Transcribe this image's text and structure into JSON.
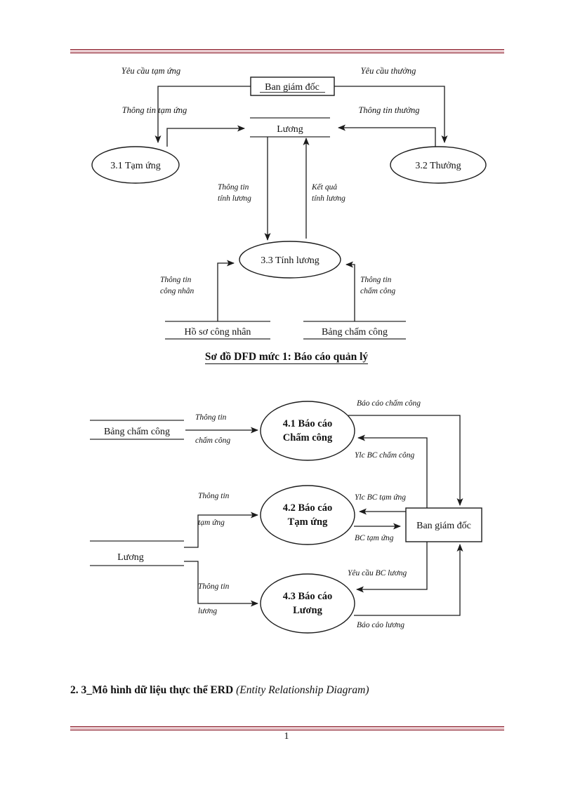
{
  "document": {
    "page_number": "1",
    "caption_dfd1": "Sơ đồ DFD mức 1: Báo cáo quản lý",
    "section_heading_bold": "2. 3_Mô hình dữ liệu thực thể ERD ",
    "section_heading_italic": "(Entity Relationship Diagram)",
    "rule_color": "#8a1a28"
  },
  "diagram1": {
    "name": "DFD muc 1 - tinh luong",
    "entities": [
      {
        "id": "ban-giam-doc",
        "label": "Ban giám đốc",
        "type": "external-entity"
      }
    ],
    "processes": [
      {
        "id": "p31",
        "label": "3.1 Tạm ứng",
        "type": "process"
      },
      {
        "id": "p32",
        "label": "3.2 Thưởng",
        "type": "process"
      },
      {
        "id": "p33",
        "label": "3.3 Tính lương",
        "type": "process"
      }
    ],
    "datastores": [
      {
        "id": "ds-luong",
        "label": "Lương"
      },
      {
        "id": "ds-ho-so",
        "label": "Hồ sơ công nhân"
      },
      {
        "id": "ds-bang-cham-cong",
        "label": "Bảng chấm công"
      }
    ],
    "flows": [
      {
        "id": "f1",
        "label": "Yêu cầu tạm ứng"
      },
      {
        "id": "f2",
        "label": "Yêu cầu thưởng"
      },
      {
        "id": "f3",
        "label": "Thông tin tạm ứng"
      },
      {
        "id": "f4",
        "label": "Thông tin thưởng"
      },
      {
        "id": "f5",
        "label_line1": "Thông tin",
        "label_line2": "tính lương"
      },
      {
        "id": "f6",
        "label_line1": "Kết quả",
        "label_line2": "tính lương"
      },
      {
        "id": "f7",
        "label_line1": "Thông tin",
        "label_line2": "công nhân"
      },
      {
        "id": "f8",
        "label_line1": "Thông tin",
        "label_line2": "chấm công"
      }
    ]
  },
  "diagram2": {
    "name": "DFD muc 1 - bao cao quan ly",
    "entities": [
      {
        "id": "ban-giam-doc-2",
        "label": "Ban giám đốc",
        "type": "external-entity"
      }
    ],
    "processes": [
      {
        "id": "p41",
        "label_line1": "4.1 Báo cáo",
        "label_line2": "Chấm công"
      },
      {
        "id": "p42",
        "label_line1": "4.2 Báo cáo",
        "label_line2": "Tạm ứng"
      },
      {
        "id": "p43",
        "label_line1": "4.3 Báo cáo",
        "label_line2": "Lương"
      }
    ],
    "datastores": [
      {
        "id": "ds-bcc-2",
        "label": "Bảng chấm công"
      },
      {
        "id": "ds-luong-2",
        "label": "Lương"
      }
    ],
    "flows": [
      {
        "id": "g1",
        "label_line1": "Thông tin",
        "label_line2": "chấm công"
      },
      {
        "id": "g2",
        "label": "Báo cáo chấm công"
      },
      {
        "id": "g3",
        "label": "Ylc BC chấm công"
      },
      {
        "id": "g4",
        "label_line1": "Thông tin",
        "label_line2": "tạm ứng"
      },
      {
        "id": "g5",
        "label": "Ylc BC tạm ứng"
      },
      {
        "id": "g6",
        "label": "BC tạm ứng"
      },
      {
        "id": "g7",
        "label_line1": "Thông tin",
        "label_line2": "lương"
      },
      {
        "id": "g8",
        "label": "Yêu cầu BC lương"
      },
      {
        "id": "g9",
        "label": "Báo cáo lương"
      }
    ]
  }
}
